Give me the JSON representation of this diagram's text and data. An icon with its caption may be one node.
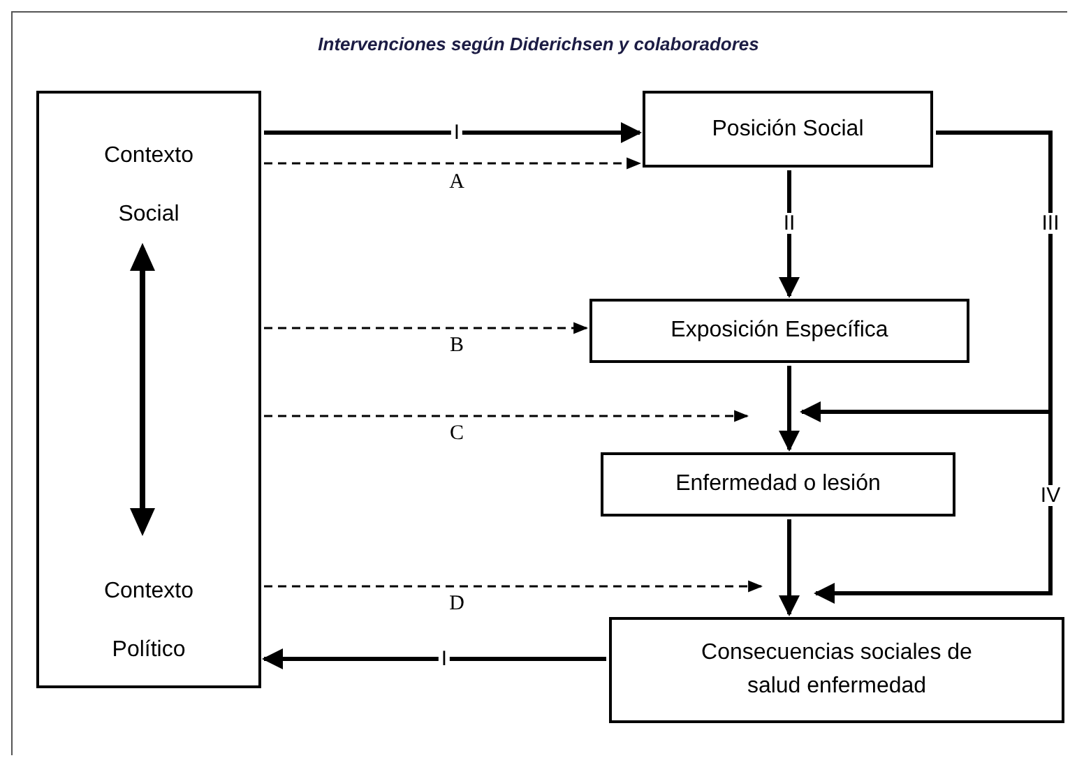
{
  "diagram": {
    "title": "Intervenciones según Diderichsen y colaboradores",
    "nodes": [
      {
        "text": [
          "Contexto Social",
          "Contexto Político"
        ]
      },
      {
        "text": [
          "Posición Social"
        ]
      },
      {
        "text": [
          "Exposición Específica"
        ]
      },
      {
        "text": [
          "Enfermedad o lesión"
        ]
      },
      {
        "text": [
          "Consecuencias sociales de salud enfermedad"
        ]
      }
    ],
    "edges": [
      {
        "from": 0,
        "to": 1,
        "arrow": "to",
        "label": "I"
      },
      {
        "from": 0,
        "to": 1,
        "arrow": "to",
        "label": "A",
        "style": "dashed"
      },
      {
        "from": 1,
        "to": 2,
        "arrow": "to",
        "label": "II"
      },
      {
        "from": 0,
        "to": 2,
        "arrow": "to",
        "label": "B",
        "style": "dashed"
      },
      {
        "from": 2,
        "to": 3,
        "arrow": "to"
      },
      {
        "from": 0,
        "to": 3,
        "arrow": "to",
        "label": "C",
        "style": "dashed"
      },
      {
        "from": 1,
        "to": 3,
        "arrow": "to",
        "label": "III"
      },
      {
        "from": 1,
        "to": 4,
        "arrow": "to",
        "label": "IV"
      },
      {
        "from": 0,
        "to": 4,
        "arrow": "to",
        "label": "D",
        "style": "dashed"
      },
      {
        "from": 3,
        "to": 4,
        "arrow": "to"
      },
      {
        "from": 4,
        "to": 0,
        "arrow": "to",
        "label": "I"
      }
    ]
  }
}
